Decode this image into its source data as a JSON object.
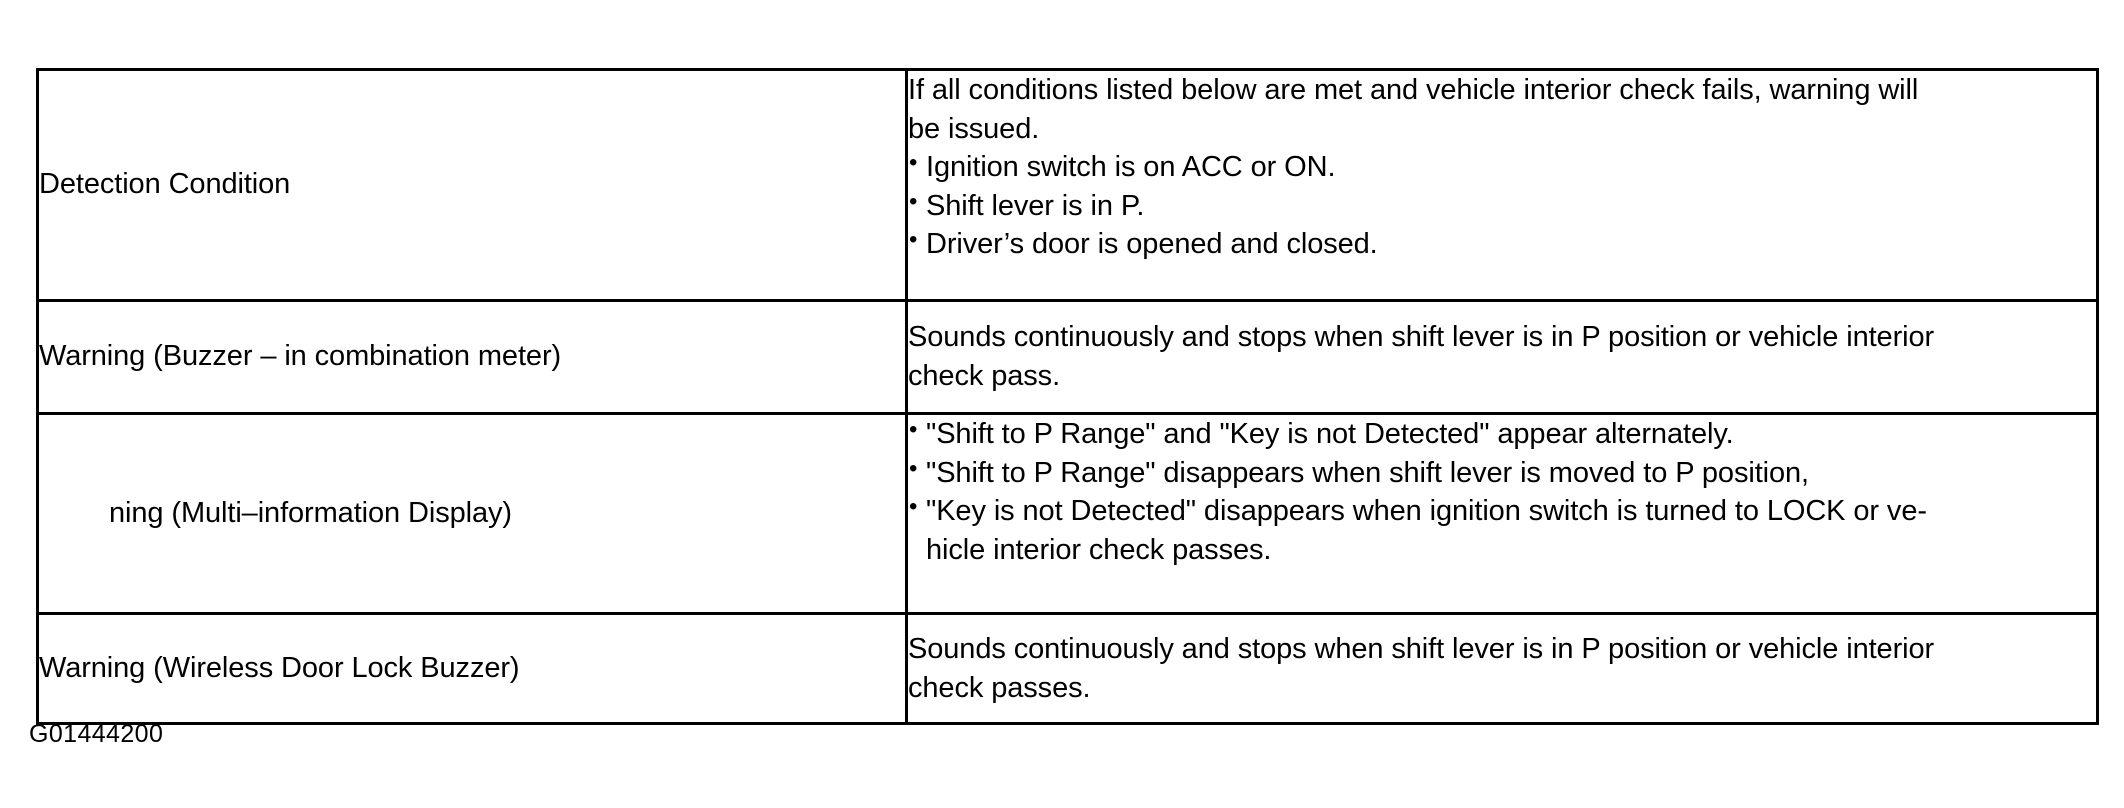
{
  "document": {
    "figure_caption": "G01444200",
    "table": {
      "columns": [
        "item",
        "description"
      ],
      "rows": [
        {
          "label": "Detection Condition",
          "label_indented": false,
          "description_lines": [
            {
              "type": "text",
              "text": "If all conditions listed below are met and vehicle interior check fails, warning will"
            },
            {
              "type": "text",
              "text": "be issued."
            },
            {
              "type": "bullet",
              "text": "Ignition switch is on ACC or ON."
            },
            {
              "type": "bullet",
              "text": "Shift lever is in P."
            },
            {
              "type": "bullet",
              "text": "Driver’s door is opened and closed."
            }
          ]
        },
        {
          "label": "Warning (Buzzer – in combination meter)",
          "label_indented": false,
          "description_lines": [
            {
              "type": "text",
              "text": "Sounds continuously and stops when shift lever is in P position or vehicle interior"
            },
            {
              "type": "text",
              "text": "check pass."
            }
          ]
        },
        {
          "label": "ning (Multi–information Display)",
          "label_indented": true,
          "description_lines": [
            {
              "type": "bullet",
              "text": "\"Shift to P Range\" and \"Key is not Detected\" appear alternately."
            },
            {
              "type": "bullet",
              "text": "\"Shift to P Range\" disappears when shift lever is moved to P position,"
            },
            {
              "type": "bullet",
              "text": "\"Key is not Detected\" disappears when ignition switch is turned to LOCK or ve-"
            },
            {
              "type": "continuation",
              "text": "hicle interior check passes."
            }
          ]
        },
        {
          "label": "Warning (Wireless Door Lock Buzzer)",
          "label_indented": false,
          "description_lines": [
            {
              "type": "text",
              "text": "Sounds continuously and stops when shift lever is in P position or vehicle interior"
            },
            {
              "type": "text",
              "text": "check passes."
            }
          ]
        }
      ]
    }
  },
  "colors": {
    "ink": "#000000",
    "paper": "#ffffff"
  }
}
